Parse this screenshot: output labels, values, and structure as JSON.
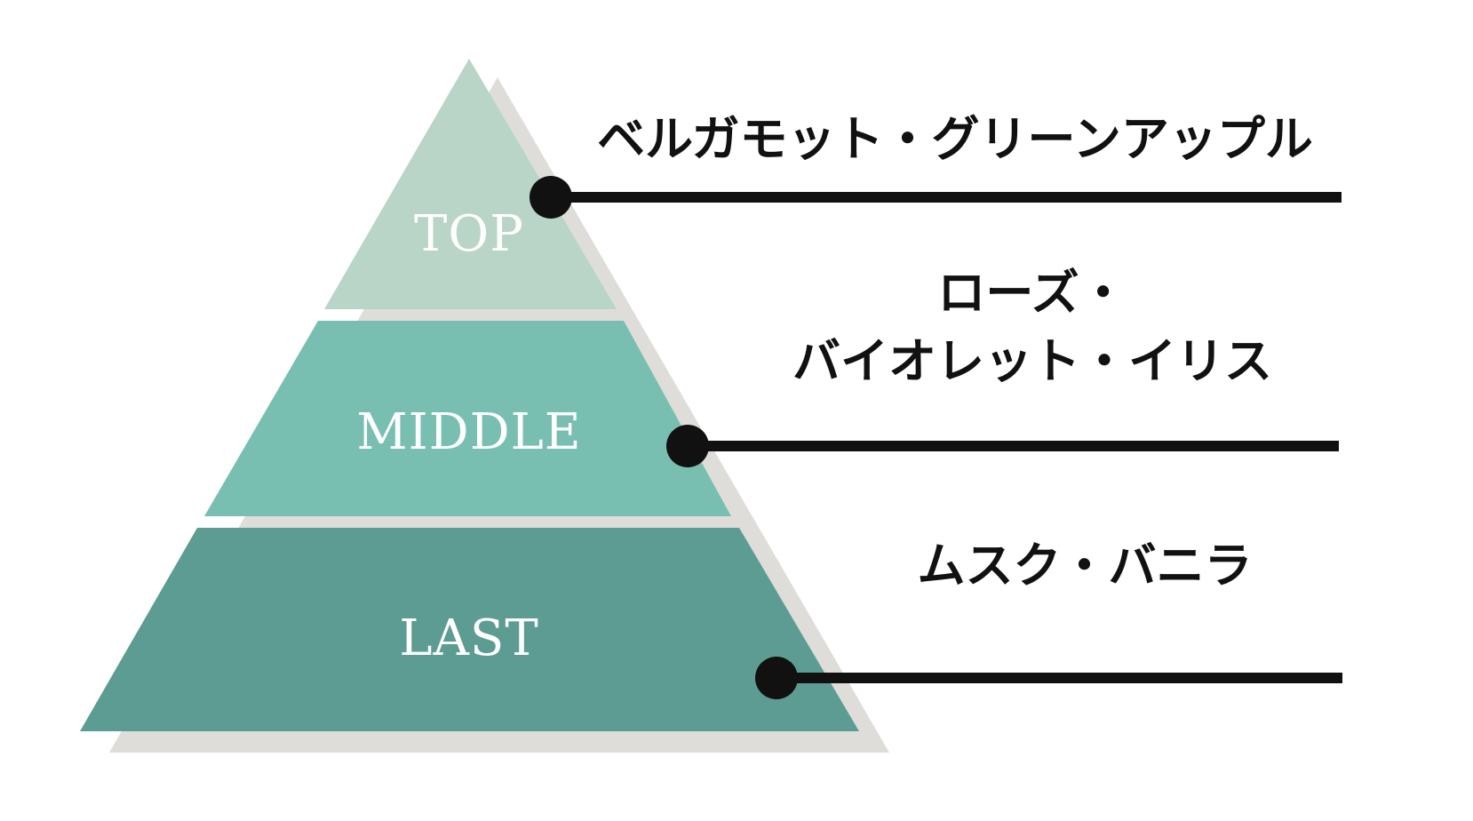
{
  "colors": {
    "shadow": "#deddd9",
    "top": "#b8d5c7",
    "middle": "#79bfb1",
    "last": "#5d9c92",
    "separator": "#ffffff",
    "text_dark": "#111111",
    "text_light": "#ffffff"
  },
  "tiers": {
    "top": {
      "label": "TOP"
    },
    "middle": {
      "label": "MIDDLE"
    },
    "last": {
      "label": "LAST"
    }
  },
  "notes": {
    "top": {
      "line1": "ベルガモット・グリーンアップル"
    },
    "middle": {
      "line1": "ローズ・",
      "line2": "バイオレット・イリス"
    },
    "last": {
      "line1": "ムスク・バニラ"
    }
  }
}
